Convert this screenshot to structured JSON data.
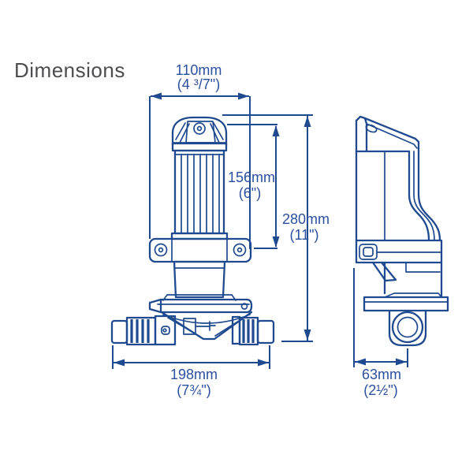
{
  "title": "Dimensions",
  "colors": {
    "line": "#1f4a8f",
    "dim_text": "#2a50a0",
    "title_text": "#4d4d50",
    "background": "#ffffff"
  },
  "dimensions": {
    "width_top": {
      "mm": "110mm",
      "inch": "(4 ³/7\")"
    },
    "motor_height": {
      "mm": "156mm",
      "inch": "(6\")"
    },
    "total_height": {
      "mm": "280mm",
      "inch": "(11\")"
    },
    "base_width": {
      "mm": "198mm",
      "inch": "(7¾\")"
    },
    "depth": {
      "mm": "63mm",
      "inch": "(2½\")"
    }
  }
}
